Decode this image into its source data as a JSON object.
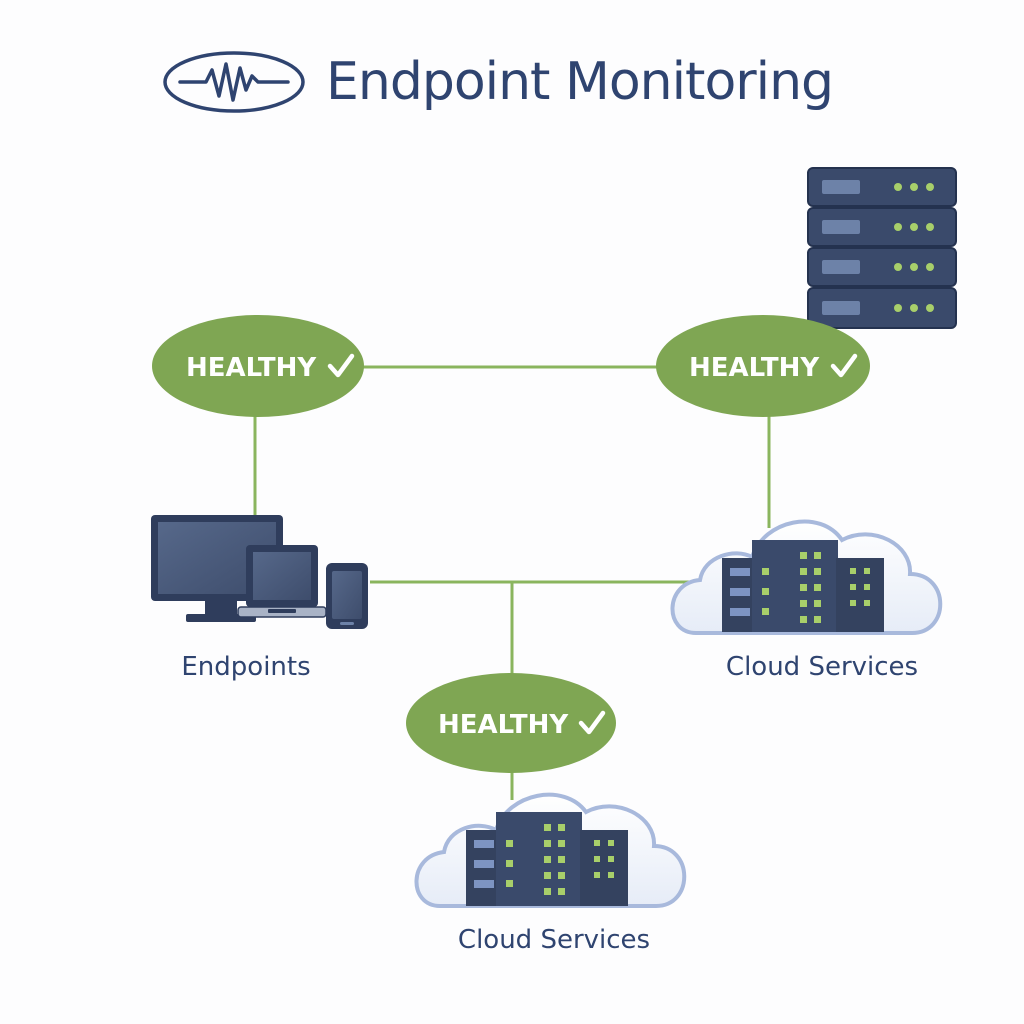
{
  "header": {
    "title": "Endpoint Monitoring",
    "logo_icon": "heartbeat-pulse-icon"
  },
  "colors": {
    "primary": "#2f4470",
    "status_healthy": "#7fa653",
    "connector": "#8ab55e",
    "cloud_outline": "#a8b9dc",
    "device_screen": "#4a5a7a",
    "indicator_light": "#a8cf6a"
  },
  "status_badges": [
    {
      "label": "HEALTHY",
      "icon": "checkmark-icon"
    },
    {
      "label": "HEALTHY",
      "icon": "checkmark-icon"
    },
    {
      "label": "HEALTHY",
      "icon": "checkmark-icon"
    }
  ],
  "nodes": {
    "endpoints": {
      "label": "Endpoints",
      "icon": "devices-icon"
    },
    "cloud_services_right": {
      "label": "Cloud Services",
      "icon": "cloud-datacenter-icon"
    },
    "cloud_services_bottom": {
      "label": "Cloud Services",
      "icon": "cloud-datacenter-icon"
    },
    "server": {
      "icon": "server-rack-icon"
    }
  }
}
